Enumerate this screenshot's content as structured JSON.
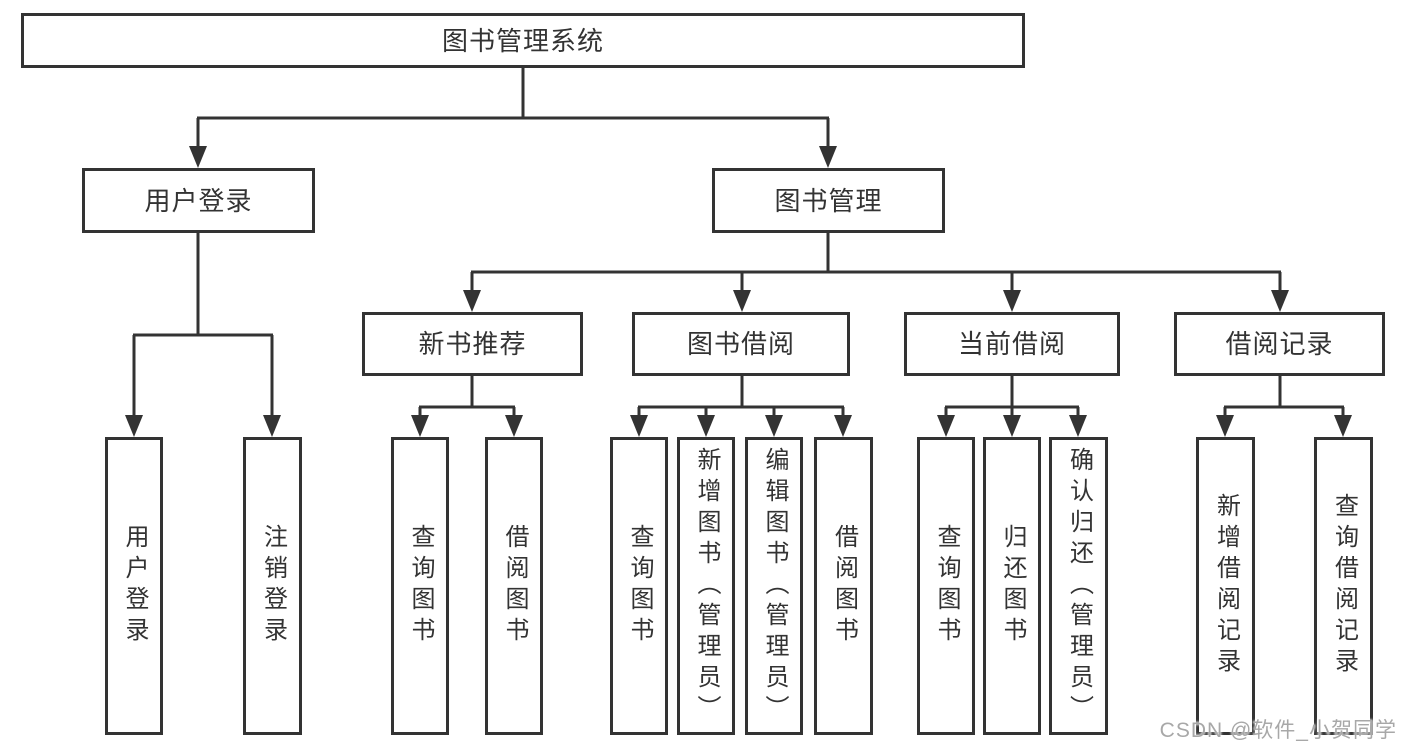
{
  "diagram": {
    "root": {
      "label": "图书管理系统"
    },
    "level2": [
      {
        "label": "用户登录",
        "children": [
          "用户登录",
          "注销登录"
        ]
      },
      {
        "label": "图书管理"
      }
    ],
    "level3": [
      {
        "label": "新书推荐",
        "children": [
          "查询图书",
          "借阅图书"
        ]
      },
      {
        "label": "图书借阅",
        "children": [
          "查询图书",
          "新增图书（管理员）",
          "编辑图书（管理员）",
          "借阅图书"
        ]
      },
      {
        "label": "当前借阅",
        "children": [
          "查询图书",
          "归还图书",
          "确认归还（管理员）"
        ]
      },
      {
        "label": "借阅记录",
        "children": [
          "新增借阅记录",
          "查询借阅记录"
        ]
      }
    ]
  },
  "watermark": {
    "text": "CSDN @软件_小贺同学"
  },
  "colors": {
    "line": "#333333",
    "text": "#333333",
    "background": "#ffffff",
    "watermark": "#a8a8a8"
  }
}
